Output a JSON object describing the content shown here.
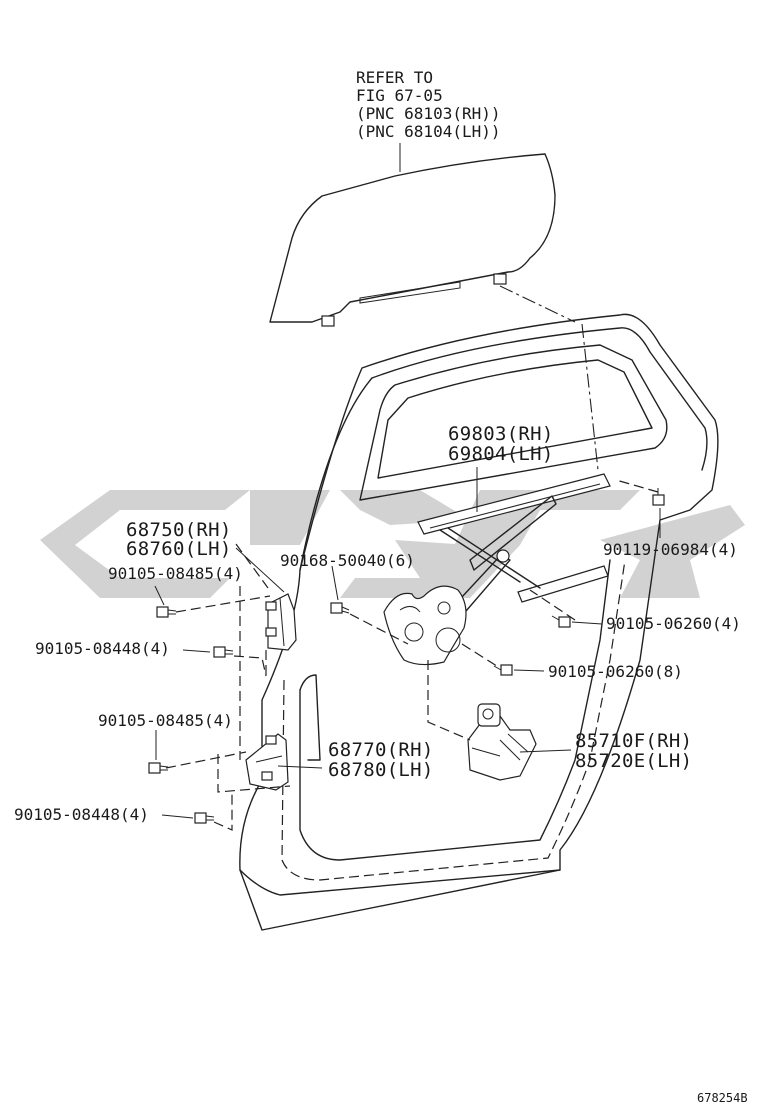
{
  "diagram": {
    "labels": {
      "refer_1": "REFER TO",
      "refer_2": "FIG 67-05",
      "refer_3": "(PNC 68103(RH))",
      "refer_4": "(PNC 68104(LH))",
      "p69803": "69803(RH)",
      "p69804": "69804(LH)",
      "p68750": "68750(RH)",
      "p68760": "68760(LH)",
      "b90105_08485_a": "90105-08485(4)",
      "b90168_50040": "90168-50040(6)",
      "b90119_06984": "90119-06984(4)",
      "b90105_08448_a": "90105-08448(4)",
      "b90105_06260_4": "90105-06260(4)",
      "b90105_06260_8": "90105-06260(8)",
      "b90105_08485_b": "90105-08485(4)",
      "p68770": "68770(RH)",
      "p68780": "68780(LH)",
      "p85710f": "85710F(RH)",
      "p85720e": "85720E(LH)",
      "b90105_08448_b": "90105-08448(4)",
      "figure_id": "678254B"
    }
  }
}
